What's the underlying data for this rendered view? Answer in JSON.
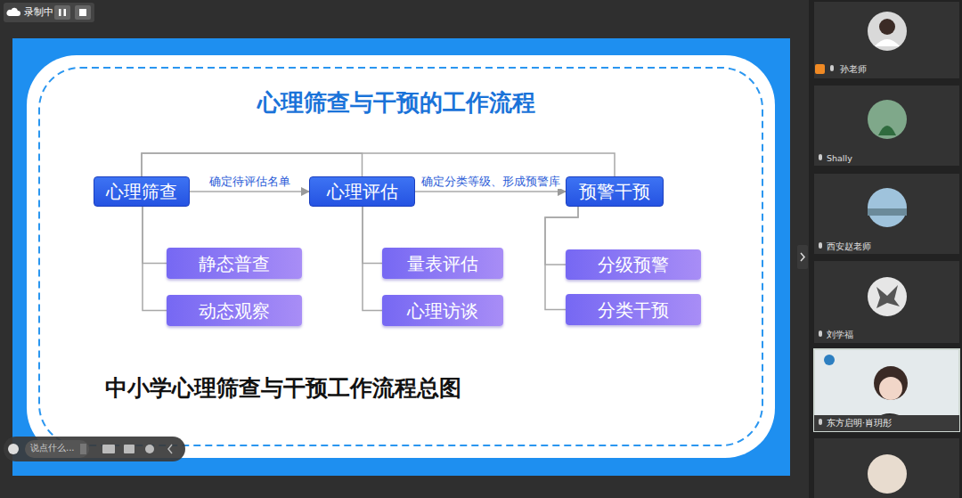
{
  "diagram": {
    "title": "心理筛查与干预的工作流程",
    "caption": "中小学心理筛查与干预工作流程总图",
    "nodes": [
      {
        "text": [
          "心理筛查"
        ]
      },
      {
        "text": [
          "心理评估"
        ]
      },
      {
        "text": [
          "预警干预"
        ]
      },
      {
        "text": [
          "静态普查"
        ]
      },
      {
        "text": [
          "动态观察"
        ]
      },
      {
        "text": [
          "量表评估"
        ]
      },
      {
        "text": [
          "心理访谈"
        ]
      },
      {
        "text": [
          "分级预警"
        ]
      },
      {
        "text": [
          "分类干预"
        ]
      }
    ],
    "edges": [
      {
        "from": 0,
        "to": 1,
        "label": "确定待评估名单",
        "arrow": "to"
      },
      {
        "from": 1,
        "to": 2,
        "label": "确定分类等级、形成预警库",
        "arrow": "to"
      },
      {
        "from": 0,
        "to": 1,
        "arrow": "none"
      },
      {
        "from": 0,
        "to": 2,
        "arrow": "none"
      },
      {
        "from": 0,
        "to": 3,
        "arrow": "none"
      },
      {
        "from": 0,
        "to": 4,
        "arrow": "none"
      },
      {
        "from": 1,
        "to": 5,
        "arrow": "none"
      },
      {
        "from": 1,
        "to": 6,
        "arrow": "none"
      },
      {
        "from": 2,
        "to": 7,
        "arrow": "none"
      },
      {
        "from": 2,
        "to": 8,
        "arrow": "none"
      }
    ],
    "labels": [
      "录制中",
      "孙老师",
      "Shally",
      "西安赵老师",
      "刘学福",
      "东方启明·肖玥彤",
      "说点什么..."
    ]
  }
}
